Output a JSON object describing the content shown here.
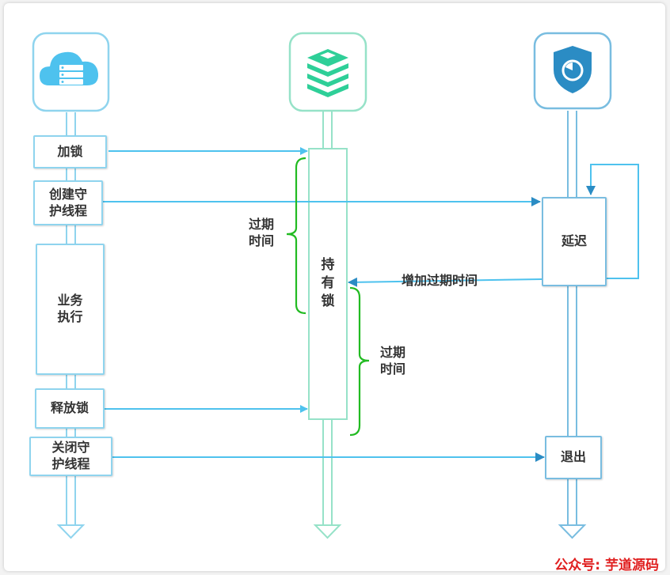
{
  "participants": {
    "client": {
      "icon": "cloud-server-icon",
      "color": "#4ec2ee"
    },
    "redis": {
      "icon": "redis-stack-icon",
      "color": "#2ecf98"
    },
    "watchdog": {
      "icon": "shield-icon",
      "color": "#2b8cc4"
    }
  },
  "client_steps": {
    "lock": "加锁",
    "create_daemon": "创建守\n护线程",
    "business": "业务\n执行",
    "release": "释放锁",
    "close_daemon": "关闭守\n护线程"
  },
  "redis": {
    "hold_lock": "持\n有\n锁"
  },
  "watchdog": {
    "extend": "延迟",
    "exit": "退出"
  },
  "labels": {
    "expire_1": "过期\n时间",
    "expire_2": "过期\n时间",
    "extend_expire": "增加过期时间"
  },
  "colors": {
    "arrow": "#4ec2ee",
    "bracket": "#22bb22",
    "watermark": "#e02020"
  },
  "watermark": "公众号: 芋道源码"
}
